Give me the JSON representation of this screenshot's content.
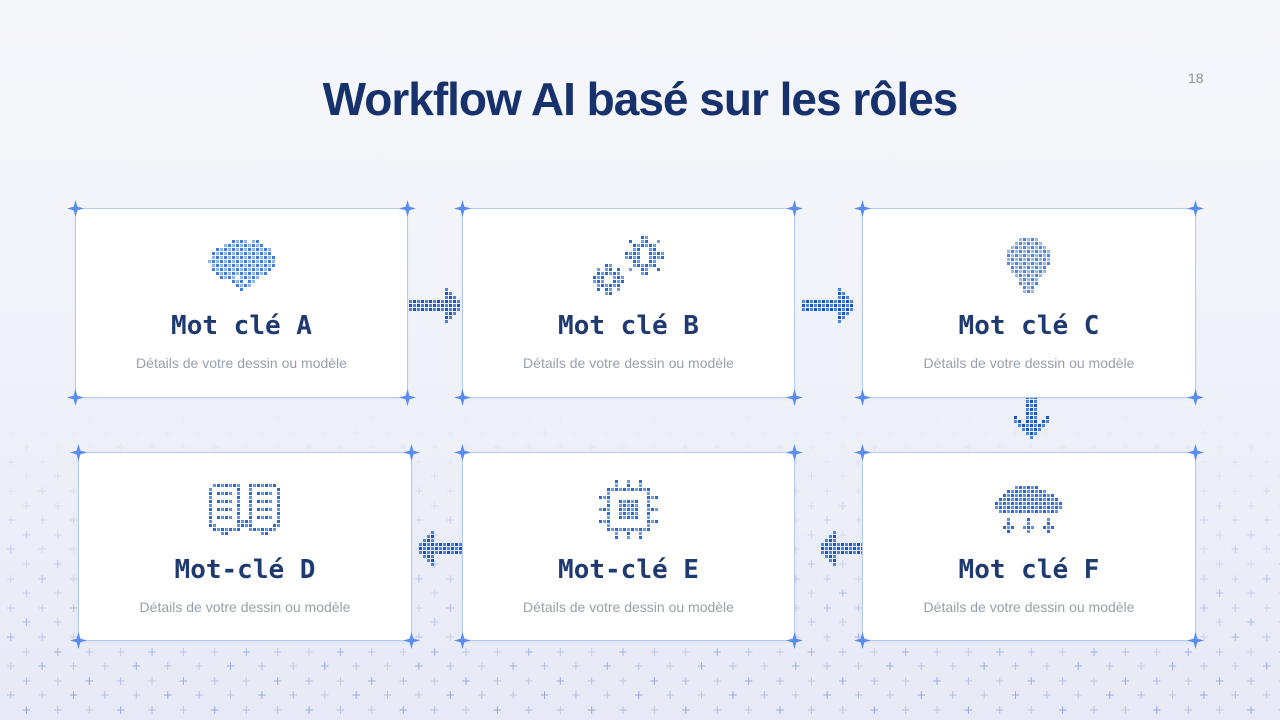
{
  "slide": {
    "title": "Workflow AI basé sur les rôles",
    "page_number": "18"
  },
  "cards": [
    {
      "id": "A",
      "icon": "brain-icon",
      "label": "Mot clé A",
      "description": "Détails de votre dessin ou modèle"
    },
    {
      "id": "B",
      "icon": "gears-icon",
      "label": "Mot clé B",
      "description": "Détails de votre dessin ou modèle"
    },
    {
      "id": "C",
      "icon": "lightbulb-icon",
      "label": "Mot clé C",
      "description": "Détails de votre dessin ou modèle"
    },
    {
      "id": "D",
      "icon": "open-book-icon",
      "label": "Mot-clé D",
      "description": "Détails de votre dessin ou modèle"
    },
    {
      "id": "E",
      "icon": "chip-icon",
      "label": "Mot-clé E",
      "description": "Détails de votre dessin ou modèle"
    },
    {
      "id": "F",
      "icon": "cloud-download-icon",
      "label": "Mot clé F",
      "description": "Détails de votre dessin ou modèle"
    }
  ],
  "flow": {
    "arrows": [
      {
        "between": "A-B",
        "direction": "right"
      },
      {
        "between": "B-C",
        "direction": "right"
      },
      {
        "between": "C-F",
        "direction": "down"
      },
      {
        "between": "F-E",
        "direction": "left"
      },
      {
        "between": "E-D",
        "direction": "left"
      }
    ]
  },
  "colors": {
    "title_text": "#17316d",
    "card_title_text": "#1e3a70",
    "description_text": "#98a0ab",
    "icon_blue": "#2b6ad2",
    "arrow_blue": "#1d55c0",
    "card_border": "#b5cbf0",
    "handle_accent": "#5b8def",
    "background_top": "#f6f7fb",
    "background_bottom": "#e7eaf6"
  }
}
